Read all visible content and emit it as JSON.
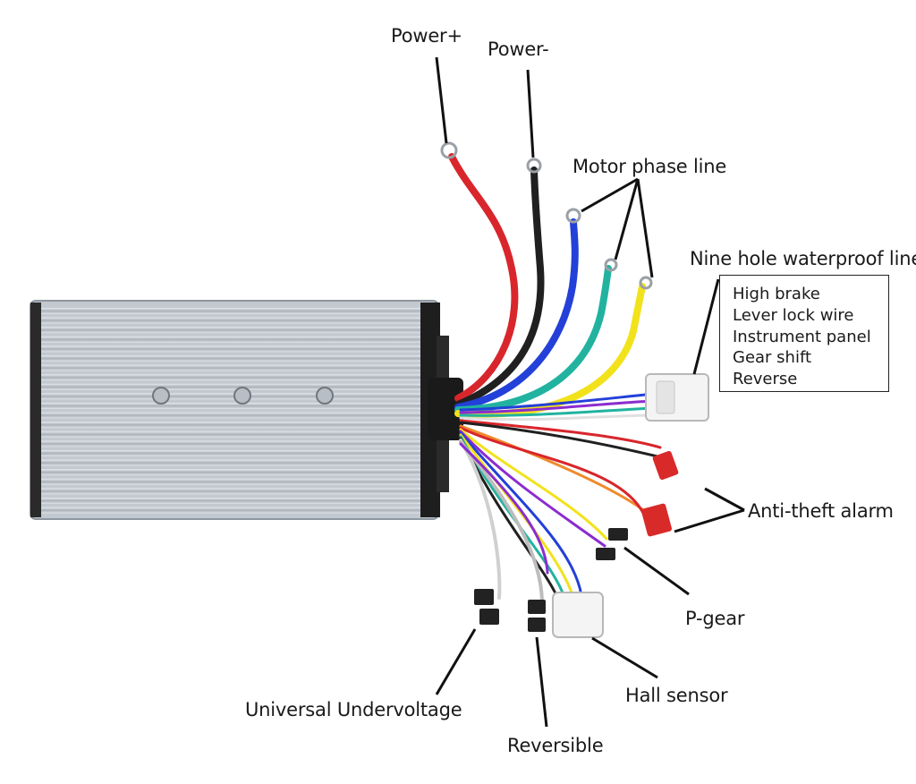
{
  "labels": {
    "power_plus": "Power+",
    "power_minus": "Power-",
    "motor_phase": "Motor phase line",
    "nine_hole": "Nine hole waterproof line",
    "anti_theft": "Anti-theft alarm",
    "p_gear": "P-gear",
    "hall_sensor": "Hall sensor",
    "undervoltage": "Universal Undervoltage",
    "reversible": "Reversible"
  },
  "nine_hole_items": [
    "High brake",
    "Lever lock wire",
    "Instrument panel",
    "Gear shift",
    "Reverse"
  ],
  "colors": {
    "background": "#ffffff",
    "housing": "#c9cfd6",
    "housing_dark": "#9aa2ab",
    "end_cap": "#1c1c1c",
    "wire_red": "#d8262c",
    "wire_black": "#202020",
    "wire_blue": "#2340d8",
    "wire_green": "#21b3a0",
    "wire_yellow": "#f2e21c",
    "connector_white": "#f4f4f4",
    "connector_red": "#d92a2a",
    "connector_black": "#222222",
    "leader_line": "#111111"
  }
}
